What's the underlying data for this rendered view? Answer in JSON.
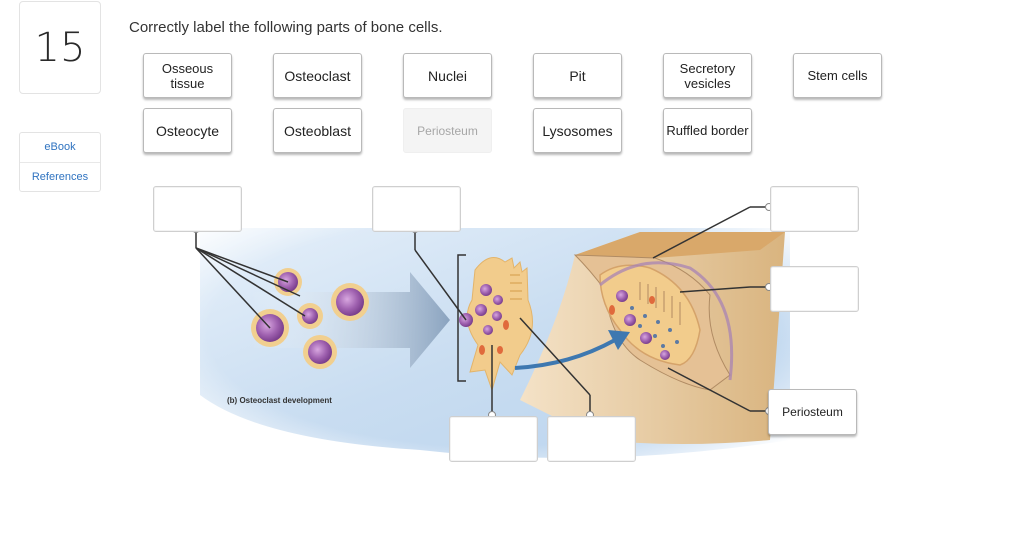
{
  "question": {
    "number": "15",
    "prompt": "Correctly label the following parts of bone cells."
  },
  "sidebar": {
    "ebook": "eBook",
    "references": "References"
  },
  "label_bank": [
    {
      "label": "Osseous tissue",
      "state": "available"
    },
    {
      "label": "Osteoclast",
      "state": "available"
    },
    {
      "label": "Nuclei",
      "state": "available"
    },
    {
      "label": "Pit",
      "state": "available"
    },
    {
      "label": "Secretory vesicles",
      "state": "available"
    },
    {
      "label": "Stem cells",
      "state": "available"
    },
    {
      "label": "Osteocyte",
      "state": "available"
    },
    {
      "label": "Osteoblast",
      "state": "available"
    },
    {
      "label": "Periosteum",
      "state": "placed"
    },
    {
      "label": "Lysosomes",
      "state": "available"
    },
    {
      "label": "Ruffled border",
      "state": "available"
    }
  ],
  "figure": {
    "caption": "(b) Osteoclast development"
  },
  "drop_zones": [
    {
      "id": "top-left",
      "value": ""
    },
    {
      "id": "top-middle",
      "value": ""
    },
    {
      "id": "right-top",
      "value": ""
    },
    {
      "id": "right-middle",
      "value": ""
    },
    {
      "id": "right-bottom",
      "value": "Periosteum"
    },
    {
      "id": "bottom-left",
      "value": ""
    },
    {
      "id": "bottom-right",
      "value": ""
    }
  ]
}
